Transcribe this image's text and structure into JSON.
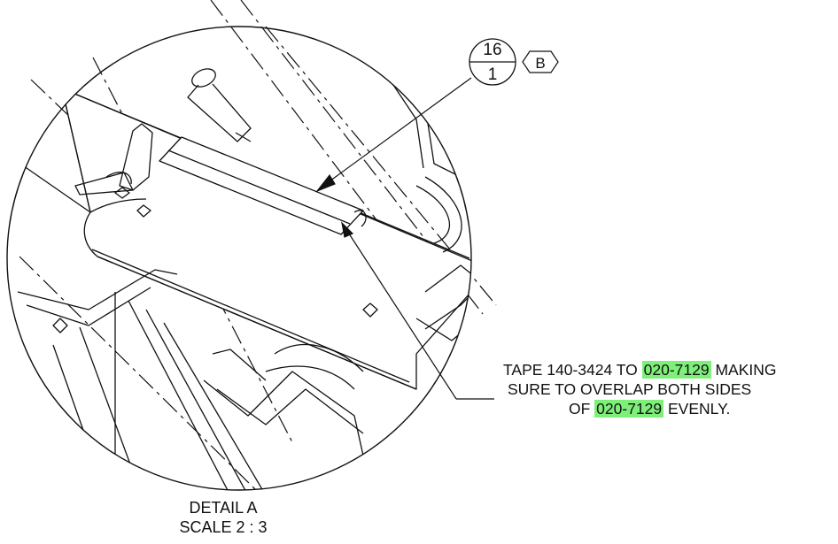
{
  "balloon": {
    "item_number": "16",
    "quantity": "1",
    "revision_flag": "B"
  },
  "note": {
    "line1_prefix": "TAPE 140-3424 TO ",
    "line1_highlight": "020-7129",
    "line1_suffix": " MAKING",
    "line2": "SURE TO OVERLAP BOTH SIDES",
    "line3_prefix": "OF ",
    "line3_highlight": "020-7129",
    "line3_suffix": " EVENLY.",
    "highlight_color": "#7ef07a"
  },
  "caption": {
    "title": "DETAIL A",
    "scale": "SCALE 2 : 3"
  }
}
